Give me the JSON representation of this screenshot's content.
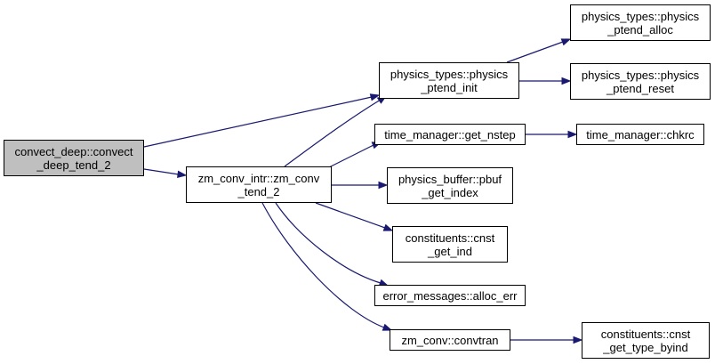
{
  "colors": {
    "edge": "#191970",
    "root_fill": "#bfbfbf",
    "node_fill": "#ffffff",
    "border": "#000000"
  },
  "nodes": {
    "convect_deep_tend_2": {
      "line1": "convect_deep::convect",
      "line2": "_deep_tend_2"
    },
    "zm_conv_tend_2": {
      "line1": "zm_conv_intr::zm_conv",
      "line2": "_tend_2"
    },
    "physics_ptend_init": {
      "line1": "physics_types::physics",
      "line2": "_ptend_init"
    },
    "physics_ptend_alloc": {
      "line1": "physics_types::physics",
      "line2": "_ptend_alloc"
    },
    "physics_ptend_reset": {
      "line1": "physics_types::physics",
      "line2": "_ptend_reset"
    },
    "get_nstep": {
      "line1": "time_manager::get_nstep"
    },
    "chkrc": {
      "line1": "time_manager::chkrc"
    },
    "pbuf_get_index": {
      "line1": "physics_buffer::pbuf",
      "line2": "_get_index"
    },
    "cnst_get_ind": {
      "line1": "constituents::cnst",
      "line2": "_get_ind"
    },
    "alloc_err": {
      "line1": "error_messages::alloc_err"
    },
    "convtran": {
      "line1": "zm_conv::convtran"
    },
    "cnst_get_type_byind": {
      "line1": "constituents::cnst",
      "line2": "_get_type_byind"
    }
  },
  "edges": [
    {
      "from": "convect_deep_tend_2",
      "to": "physics_ptend_init"
    },
    {
      "from": "convect_deep_tend_2",
      "to": "zm_conv_tend_2"
    },
    {
      "from": "zm_conv_tend_2",
      "to": "physics_ptend_init"
    },
    {
      "from": "zm_conv_tend_2",
      "to": "get_nstep"
    },
    {
      "from": "zm_conv_tend_2",
      "to": "pbuf_get_index"
    },
    {
      "from": "zm_conv_tend_2",
      "to": "cnst_get_ind"
    },
    {
      "from": "zm_conv_tend_2",
      "to": "alloc_err"
    },
    {
      "from": "zm_conv_tend_2",
      "to": "convtran"
    },
    {
      "from": "physics_ptend_init",
      "to": "physics_ptend_alloc"
    },
    {
      "from": "physics_ptend_init",
      "to": "physics_ptend_reset"
    },
    {
      "from": "get_nstep",
      "to": "chkrc"
    },
    {
      "from": "convtran",
      "to": "cnst_get_type_byind"
    }
  ]
}
